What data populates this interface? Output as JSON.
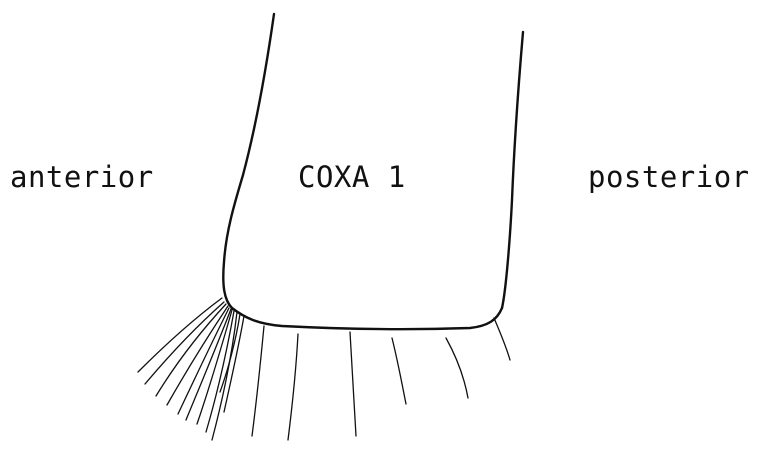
{
  "labels": {
    "anterior": "anterior",
    "coxa": "COXA 1",
    "posterior": "posterior"
  }
}
